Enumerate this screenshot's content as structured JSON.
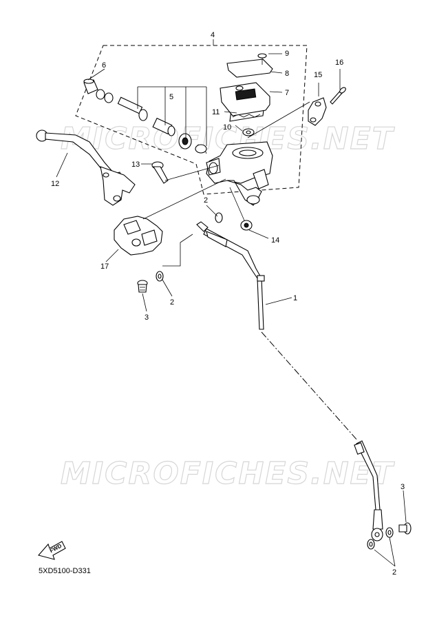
{
  "watermarks": [
    "MICROFICHES.NET",
    "MICROFICHES.NET"
  ],
  "diagram_code": "5XD5100-D331",
  "fwd_label": "FWD",
  "callouts": {
    "c1": "1",
    "c2a": "2",
    "c2b": "2",
    "c2c": "2",
    "c3a": "3",
    "c3b": "3",
    "c4": "4",
    "c5": "5",
    "c6": "6",
    "c7": "7",
    "c8": "8",
    "c9": "9",
    "c10": "10",
    "c11": "11",
    "c12": "12",
    "c13": "13",
    "c14": "14",
    "c15": "15",
    "c16": "16",
    "c17": "17"
  }
}
